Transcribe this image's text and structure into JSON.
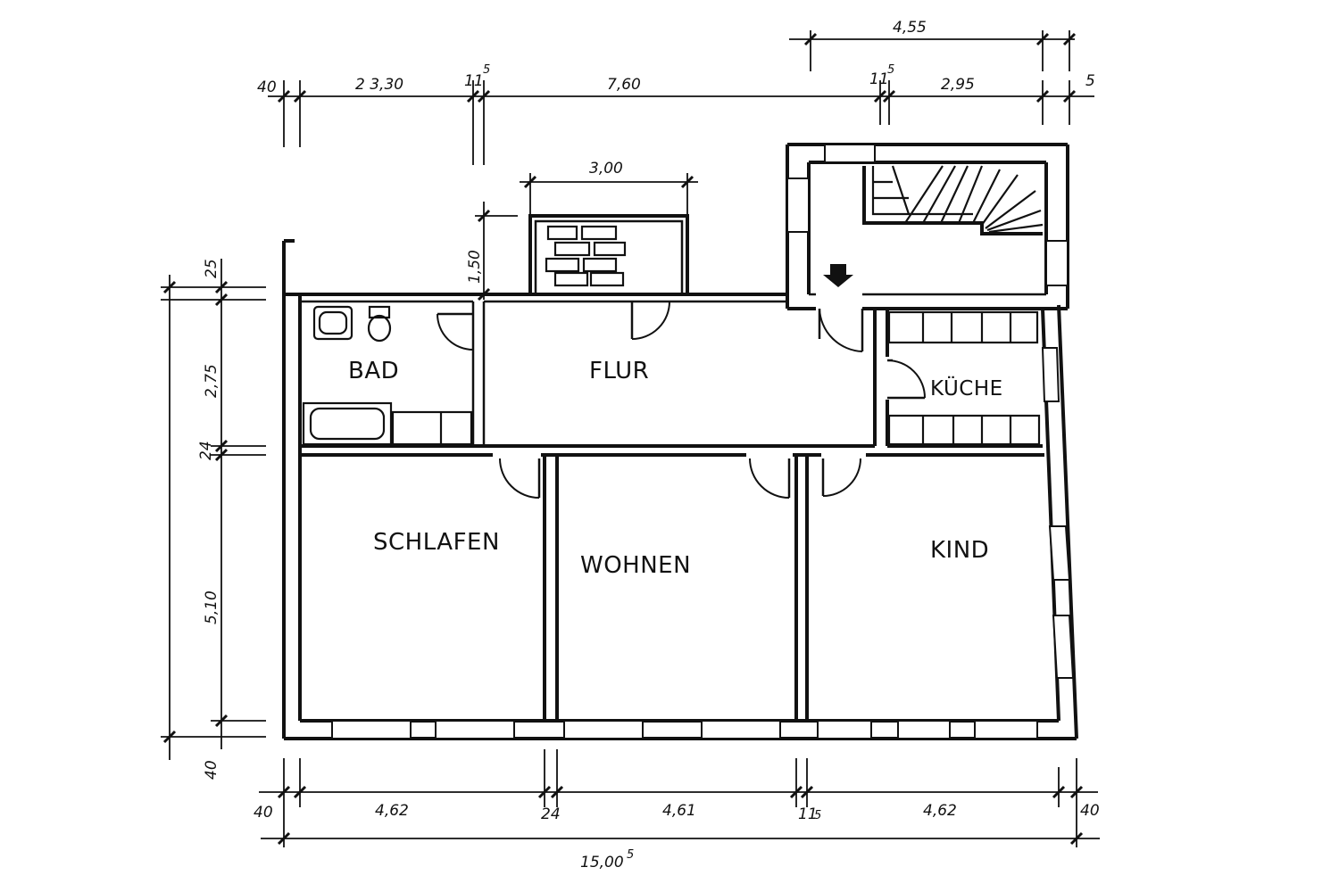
{
  "rooms": {
    "bad": "BAD",
    "flur": "FLUR",
    "kueche": "KÜCHE",
    "schlafen": "SCHLAFEN",
    "wohnen": "WOHNEN",
    "kind": "KIND"
  },
  "dimensions": {
    "top_row": {
      "d40": "40",
      "d330": "2 3,30",
      "d11a": "11",
      "d11a_sup": "5",
      "d760": "7,60",
      "d11b": "11",
      "d11b_sup": "5",
      "d295": "2,95",
      "d5": "5"
    },
    "top_upper": {
      "d455": "4,55"
    },
    "chimney": {
      "width": "3,00",
      "depth": "1,50"
    },
    "left_col": {
      "d25": "25",
      "d275": "2,75",
      "d24": "24",
      "d510": "5,10",
      "d40": "40"
    },
    "bottom_row": {
      "d40a": "40",
      "d462a": "4,62",
      "d24": "24",
      "d461": "4,61",
      "d115": "11",
      "d115_sup": "5",
      "d462b": "4,62",
      "d40b": "40"
    },
    "total": {
      "main": "15,00",
      "sup": "5"
    }
  }
}
